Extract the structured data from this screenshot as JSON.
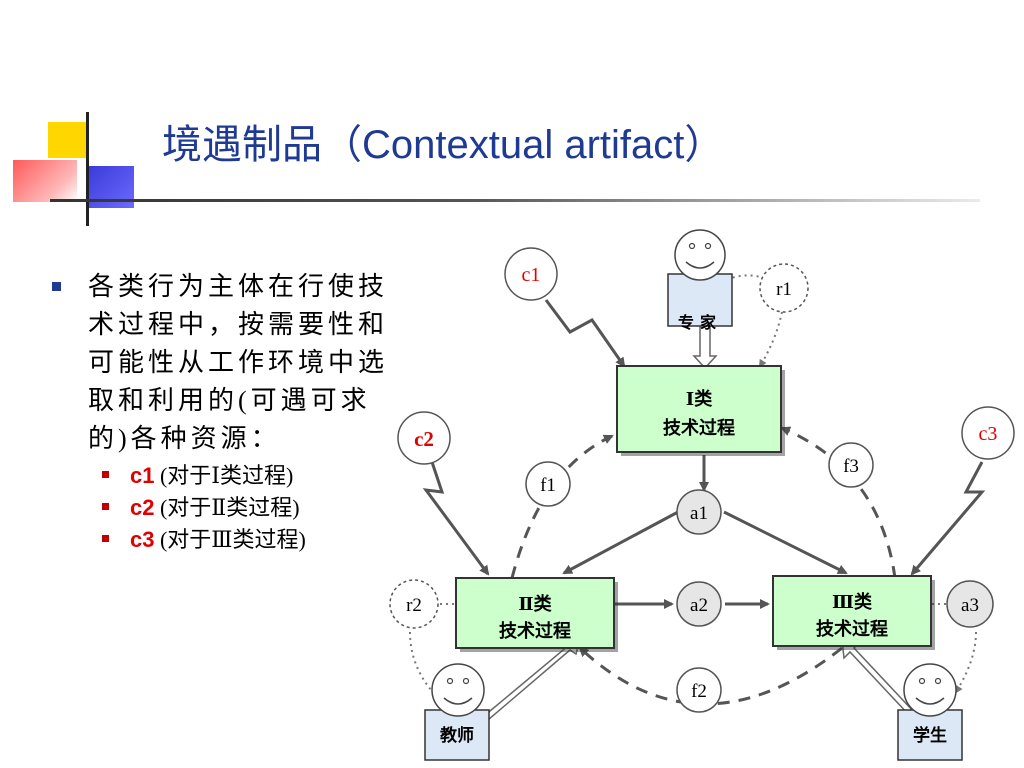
{
  "title": "境遇制品（Contextual artifact）",
  "bullets": {
    "main": "各类行为主体在行使技术过程中，按需要性和可能性从工作环境中选取和利用的(可遇可求的)各种资源：",
    "sub": [
      {
        "code": "c1",
        "desc": " (对于Ⅰ类过程)"
      },
      {
        "code": "c2",
        "desc": " (对于Ⅱ类过程)"
      },
      {
        "code": "c3",
        "desc": " (对于Ⅲ类过程)"
      }
    ]
  },
  "diagram": {
    "process1": {
      "line1": "Ⅰ类",
      "line2": "技术过程"
    },
    "process2": {
      "line1": "Ⅱ类",
      "line2": "技术过程"
    },
    "process3": {
      "line1": "Ⅲ类",
      "line2": "技术过程"
    },
    "actors": {
      "expert": "专家",
      "teacher": "教师",
      "student": "学生"
    },
    "circles": {
      "a1": "a1",
      "a2": "a2",
      "a3": "a3",
      "f1": "f1",
      "f2": "f2",
      "f3": "f3",
      "r1": "r1",
      "r2": "r2"
    },
    "contexts": {
      "c1": "c1",
      "c2": "c2",
      "c3": "c3"
    }
  },
  "colors": {
    "title": "#1f3a93",
    "process_fill": "#ccffcc",
    "actor_fill": "#dde8f7",
    "context_red": "#e00000",
    "arrow_gray": "#555555",
    "circle_fill": "#e6e6e6"
  }
}
